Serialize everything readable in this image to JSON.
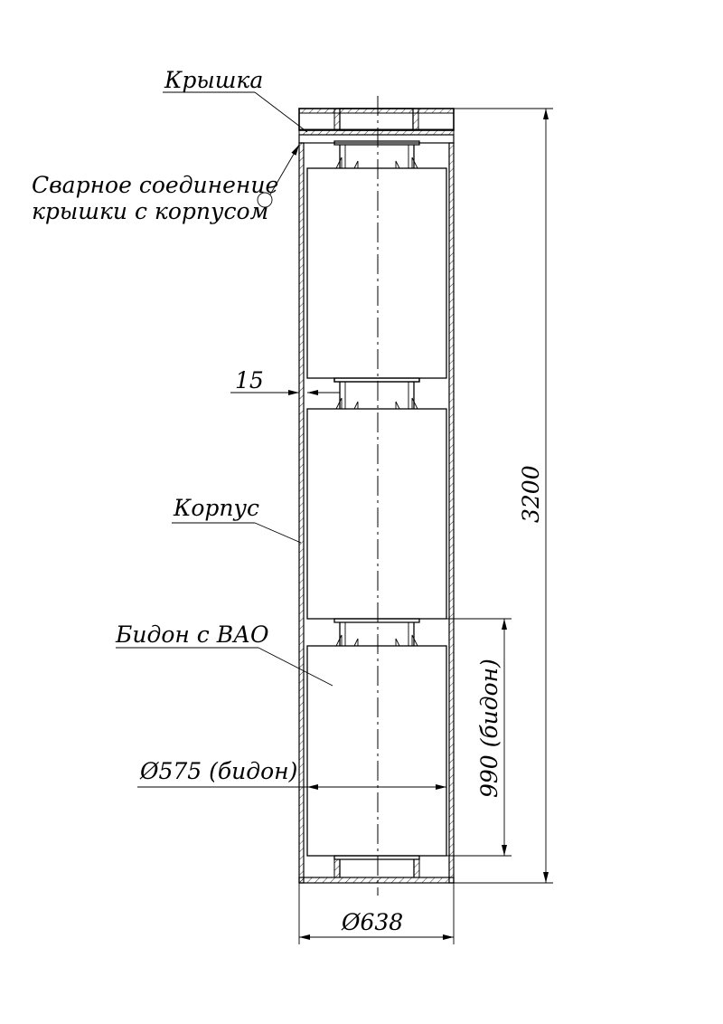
{
  "labels": {
    "lid": "Крышка",
    "weld_line1": "Сварное соединение",
    "weld_line2": "крышки с корпусом",
    "gap": "15",
    "body": "Корпус",
    "canister": "Бидон с ВАО",
    "canister_diameter": "Ø575 (бидон)",
    "canister_height": "990 (бидон)",
    "total_height": "3200",
    "outer_diameter": "Ø638"
  }
}
